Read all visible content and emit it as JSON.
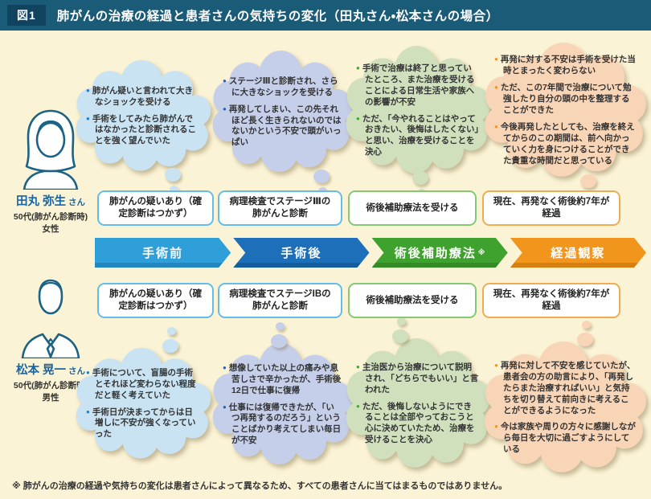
{
  "figure": {
    "badge": "図1",
    "title": "肺がんの治療の経過と患者さんの気持ちの変化（田丸さん・松本さんの場合）"
  },
  "patients": {
    "tamaru": {
      "name": "田丸 弥生",
      "honorific": "さん",
      "age": "50代(肺がん診断時)",
      "gender": "女性"
    },
    "matsumoto": {
      "name": "松本 晃一",
      "honorific": "さん",
      "age": "50代(肺がん診断時)",
      "gender": "男性"
    }
  },
  "timeline": {
    "stages": [
      {
        "label": "手術前",
        "color": "#2E9FD9"
      },
      {
        "label": "手術後",
        "color": "#1C6FB8"
      },
      {
        "label": "術後補助療法",
        "note_mark": "※",
        "color": "#3FA22E"
      },
      {
        "label": "経過観察",
        "color": "#F2951D"
      }
    ]
  },
  "stage_boxes": {
    "tamaru": [
      "肺がんの疑いあり（確定診断はつかず）",
      "病理検査でステージⅢの肺がんと診断",
      "術後補助療法を受ける",
      "現在、再発なく術後約7年が経過"
    ],
    "matsumoto": [
      "肺がんの疑いあり（確定診断はつかず）",
      "病理検査でステージIBの肺がんと診断",
      "術後補助療法を受ける",
      "現在、再発なく術後約7年が経過"
    ]
  },
  "thoughts": {
    "tamaru": [
      {
        "items": [
          "肺がん疑いと言われて大きなショックを受ける",
          "手術をしてみたら肺がんではなかったと診断されることを強く望んでいた"
        ]
      },
      {
        "items": [
          "ステージⅢと診断され、さらに大きなショックを受ける",
          "再発してしまい、この先それほど長く生きられないのではないかという不安で頭がいっぱい"
        ]
      },
      {
        "items": [
          "手術で治療は終了と思っていたところ、また治療を受けることによる日常生活や家族への影響が不安",
          "ただ、「今やれることはやっておきたい、後悔はしたくない」と思い、治療を受けることを決心"
        ]
      },
      {
        "items": [
          "再発に対する不安は手術を受けた当時とまったく変わらない",
          "ただ、この7年間で治療について勉強したり自分の頭の中を整理することができた",
          "今後再発したとしても、治療を終えてからのこの期間は、前へ向かっていく力を身につけることができた貴重な時間だと思っている"
        ]
      }
    ],
    "matsumoto": [
      {
        "items": [
          "手術について、盲腸の手術とそれほど変わらない程度だと軽く考えていた",
          "手術日が決まってからは日増しに不安が強くなっていった"
        ]
      },
      {
        "items": [
          "想像していた以上の痛みや息苦しさで辛かったが、手術後12日で仕事に復帰",
          "仕事には復帰できたが、「いつ再発するのだろう」ということばかり考えてしまい毎日が不安"
        ]
      },
      {
        "items": [
          "主治医から治療について説明され、「どちらでもいい」と言われた",
          "ただ、後悔しないようにできることは全部やっておこうと心に決めていたため、治療を受けることを決心"
        ]
      },
      {
        "items": [
          "再発に対して不安を感じていたが、患者会の方の助言により、「再発したらまた治療すればいい」と気持ちを切り替えて前向きに考えることができるようになった",
          "今は家族や周りの方々に感謝しながら毎日を大切に過ごすようにしている"
        ]
      }
    ]
  },
  "footnote": "※ 肺がんの治療の経過や気持ちの変化は患者さんによって異なるため、すべての患者さんに当てはまるものではありません。",
  "colors": {
    "header_bg": "#1A5B77",
    "header_badge_bg": "#0F4360",
    "board_bg": "#FBF3D5",
    "cloud_blue": "#C9E3F3",
    "cloud_periwinkle": "#C5CFE9",
    "cloud_green": "#D0E0BD",
    "cloud_peach": "#F8D5B6",
    "box_border_blue": "#64BCE8",
    "box_border_green": "#85C977",
    "box_border_orange": "#F0AC55",
    "name_text": "#1566A8"
  }
}
